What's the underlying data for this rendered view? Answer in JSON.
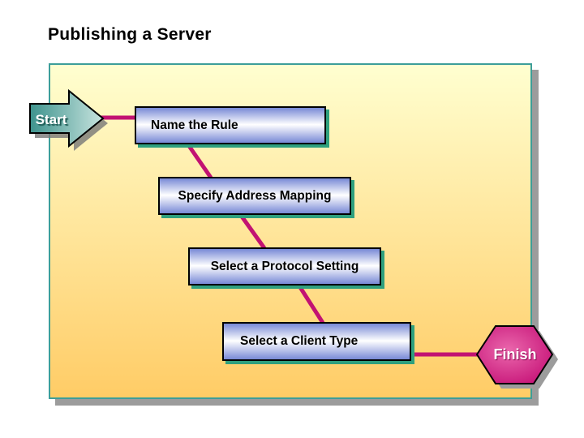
{
  "slide": {
    "title": "Publishing a Server",
    "start_label": "Start",
    "finish_label": "Finish",
    "steps": [
      {
        "label": "Name the Rule"
      },
      {
        "label": "Specify Address Mapping"
      },
      {
        "label": "Select a Protocol Setting"
      },
      {
        "label": "Select a Client Type"
      }
    ]
  },
  "icons": {
    "start_shape": "right-arrow",
    "finish_shape": "hexagon"
  },
  "colors": {
    "title_text": "#000000",
    "panel_gradient_top": "#FFFFD0",
    "panel_gradient_bottom": "#FFCC66",
    "panel_border": "#3D9E99",
    "panel_shadow": "#9C9C9C",
    "connector": "#C21272",
    "step_box_edge": "#7889D6",
    "step_box_center": "#FFFFFF",
    "step_box_border": "#000000",
    "step_box_shadow": "#2FA07E",
    "start_arrow_dark": "#3E938D",
    "start_arrow_light": "#C8E4DF",
    "finish_hex_center": "#EA67AC",
    "finish_hex_edge": "#C40E74",
    "label_text": "#FFFFFF"
  }
}
